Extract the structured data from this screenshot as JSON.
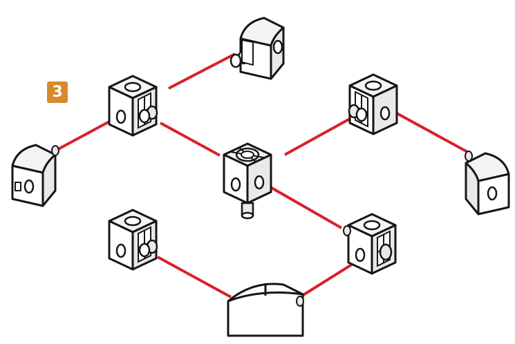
{
  "step": {
    "number": "3"
  },
  "colors": {
    "badge": "#d58a2c",
    "connector": "#d8202a",
    "outline": "#151515",
    "face_front": "#ffffff",
    "face_top": "#f4f4f4",
    "face_side": "#e9e9e9"
  },
  "parts": [
    {
      "name": "cube-top-left",
      "kind": "cube"
    },
    {
      "name": "cube-center",
      "kind": "hub-cube"
    },
    {
      "name": "cube-top-right",
      "kind": "cube"
    },
    {
      "name": "cube-bottom-left",
      "kind": "cube"
    },
    {
      "name": "cube-bottom-right",
      "kind": "cube"
    },
    {
      "name": "wedge-top",
      "kind": "quarter-round"
    },
    {
      "name": "wedge-left",
      "kind": "quarter-round"
    },
    {
      "name": "wedge-right",
      "kind": "quarter-round"
    },
    {
      "name": "wedge-bottom",
      "kind": "quarter-round"
    }
  ],
  "connections": [
    [
      "cube-top-left",
      "wedge-left"
    ],
    [
      "cube-top-left",
      "wedge-top"
    ],
    [
      "cube-top-left",
      "cube-center"
    ],
    [
      "cube-center",
      "cube-top-right"
    ],
    [
      "cube-top-right",
      "wedge-right"
    ],
    [
      "cube-center",
      "cube-bottom-right"
    ],
    [
      "cube-bottom-right",
      "wedge-bottom"
    ],
    [
      "cube-bottom-left",
      "wedge-bottom"
    ]
  ]
}
